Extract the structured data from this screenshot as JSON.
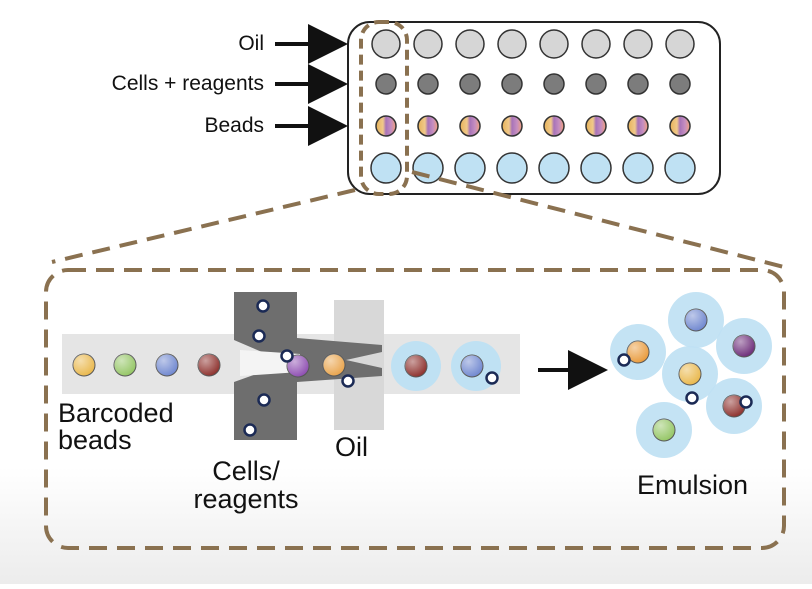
{
  "plate": {
    "rows": [
      {
        "label": "Oil",
        "color": "#d6d6d6"
      },
      {
        "label": "Cells + reagents",
        "color": "#7c7c7c"
      },
      {
        "label": "Beads",
        "color": "gradient"
      },
      {
        "label": "",
        "color": "#bfe1f3"
      }
    ],
    "columns": 8
  },
  "chip": {
    "input_label": "Barcoded\nbeads",
    "cells_label": "Cells/\nreagents",
    "oil_label": "Oil",
    "output_label": "Emulsion",
    "bead_colors": [
      "#e9b74a",
      "#93c563",
      "#6e86cf",
      "#8c2e2a"
    ]
  },
  "colors": {
    "dash_border": "#8a7150",
    "cells_channel": "#6e6e6e",
    "oil_channel": "#d8d8d8",
    "droplet": "#bfe1f3"
  }
}
